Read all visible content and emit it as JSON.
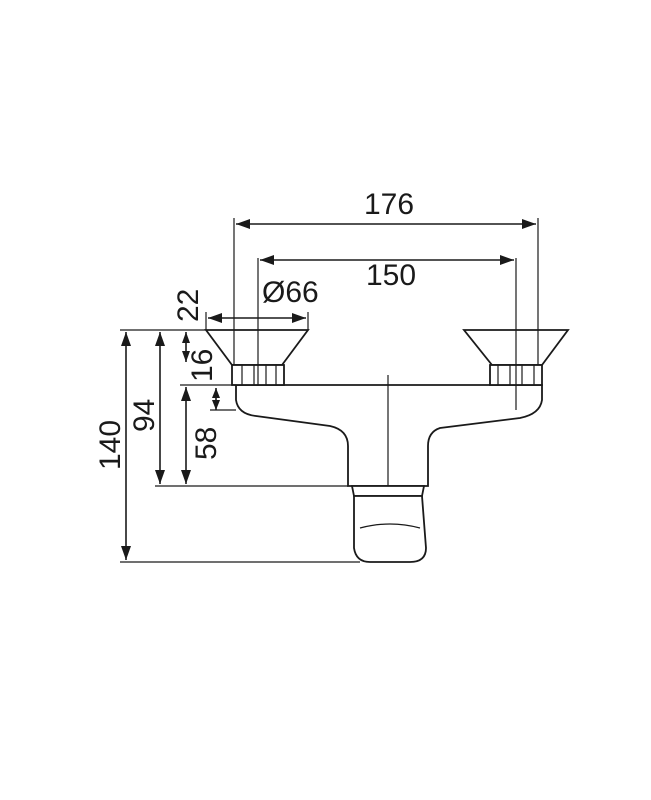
{
  "dimensions": {
    "overall_width": "176",
    "center_distance": "150",
    "nut_diameter": "Ø66",
    "nut_height": "22",
    "offset_small": "16",
    "height_total": "140",
    "height_to_body": "94",
    "height_center": "58"
  },
  "colors": {
    "line": "#1a1a1a",
    "background": "#ffffff"
  }
}
